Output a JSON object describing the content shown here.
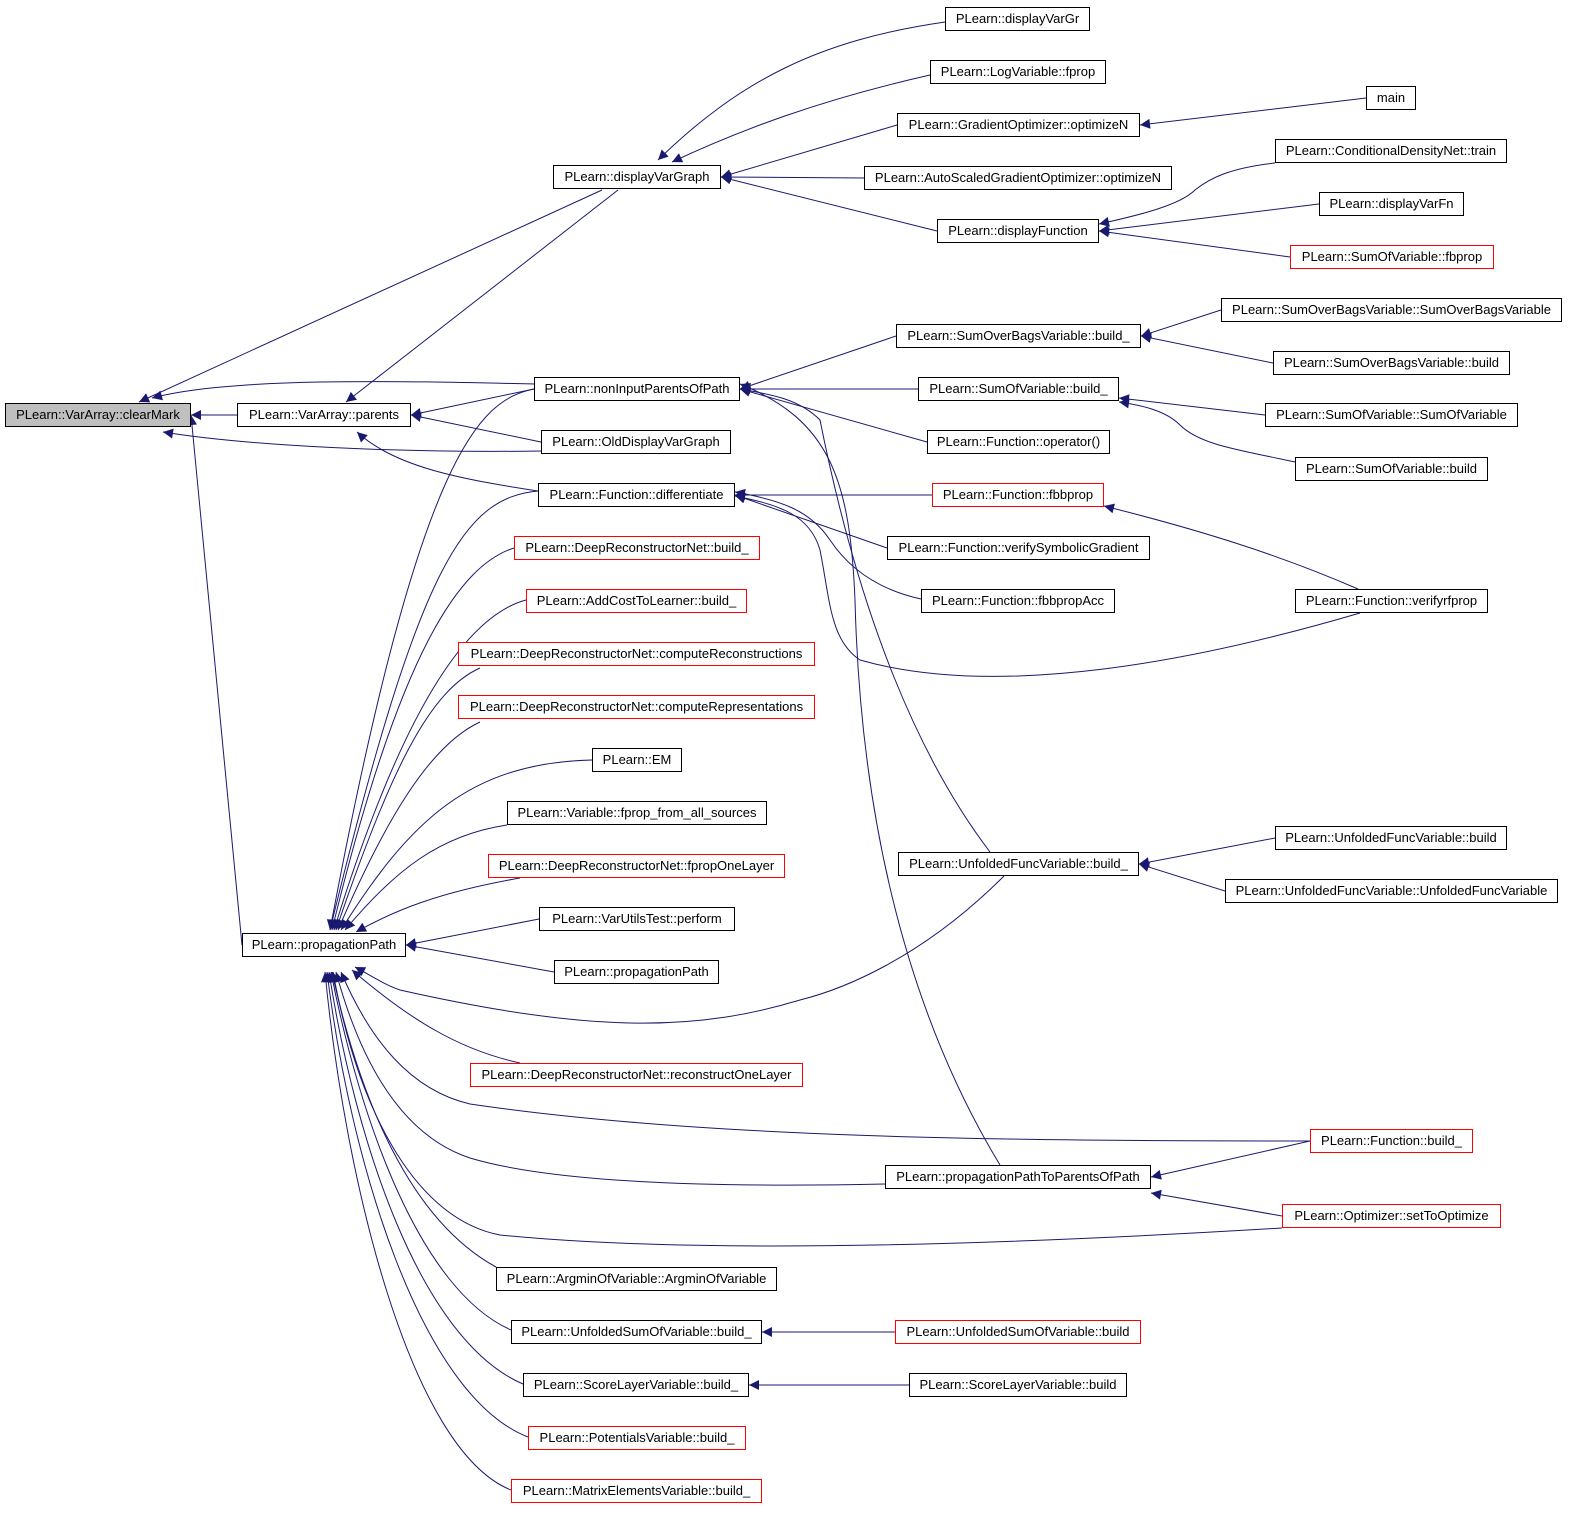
{
  "graph": {
    "edge_color": "#191970",
    "root": {
      "id": "clearMark",
      "label": "PLearn::VarArray::clearMark",
      "fill": "#bfbfbf"
    },
    "nodes": [
      {
        "id": "clearMark",
        "label": "PLearn::VarArray::clearMark",
        "border": "black"
      },
      {
        "id": "parents",
        "label": "PLearn::VarArray::parents",
        "border": "black"
      },
      {
        "id": "propagationPath",
        "label": "PLearn::propagationPath",
        "border": "black"
      },
      {
        "id": "displayVarGraph",
        "label": "PLearn::displayVarGraph",
        "border": "black"
      },
      {
        "id": "nonInputParentsOfPath",
        "label": "PLearn::nonInputParentsOfPath",
        "border": "black"
      },
      {
        "id": "OldDisplayVarGraph",
        "label": "PLearn::OldDisplayVarGraph",
        "border": "black"
      },
      {
        "id": "differentiate",
        "label": "PLearn::Function::differentiate",
        "border": "black"
      },
      {
        "id": "drn_build_",
        "label": "PLearn::DeepReconstructorNet::build_",
        "border": "red"
      },
      {
        "id": "addcost_build_",
        "label": "PLearn::AddCostToLearner::build_",
        "border": "red"
      },
      {
        "id": "computeReconstructions",
        "label": "PLearn::DeepReconstructorNet::computeReconstructions",
        "border": "red"
      },
      {
        "id": "computeRepresentations",
        "label": "PLearn::DeepReconstructorNet::computeRepresentations",
        "border": "red"
      },
      {
        "id": "EM",
        "label": "PLearn::EM",
        "border": "black"
      },
      {
        "id": "fprop_all",
        "label": "PLearn::Variable::fprop_from_all_sources",
        "border": "black"
      },
      {
        "id": "fpropOneLayer",
        "label": "PLearn::DeepReconstructorNet::fpropOneLayer",
        "border": "red"
      },
      {
        "id": "perform",
        "label": "PLearn::VarUtilsTest::perform",
        "border": "black"
      },
      {
        "id": "propagationPath2",
        "label": "PLearn::propagationPath",
        "border": "black"
      },
      {
        "id": "reconstructOneLayer",
        "label": "PLearn::DeepReconstructorNet::reconstructOneLayer",
        "border": "red"
      },
      {
        "id": "argmin",
        "label": "PLearn::ArgminOfVariable::ArgminOfVariable",
        "border": "black"
      },
      {
        "id": "unfoldedSum_build_",
        "label": "PLearn::UnfoldedSumOfVariable::build_",
        "border": "black"
      },
      {
        "id": "scoreLayer_build_",
        "label": "PLearn::ScoreLayerVariable::build_",
        "border": "black"
      },
      {
        "id": "potentials_build_",
        "label": "PLearn::PotentialsVariable::build_",
        "border": "red"
      },
      {
        "id": "matrixElements_build_",
        "label": "PLearn::MatrixElementsVariable::build_",
        "border": "red"
      },
      {
        "id": "displayVarGr",
        "label": "PLearn::displayVarGr",
        "border": "black"
      },
      {
        "id": "logvar_fprop",
        "label": "PLearn::LogVariable::fprop",
        "border": "black"
      },
      {
        "id": "gradOpt",
        "label": "PLearn::GradientOptimizer::optimizeN",
        "border": "black"
      },
      {
        "id": "autoGradOpt",
        "label": "PLearn::AutoScaledGradientOptimizer::optimizeN",
        "border": "black"
      },
      {
        "id": "displayFunction",
        "label": "PLearn::displayFunction",
        "border": "black"
      },
      {
        "id": "sumOverBags_build_",
        "label": "PLearn::SumOverBagsVariable::build_",
        "border": "black"
      },
      {
        "id": "sumOf_build_",
        "label": "PLearn::SumOfVariable::build_",
        "border": "black"
      },
      {
        "id": "func_operator",
        "label": "PLearn::Function::operator()",
        "border": "black"
      },
      {
        "id": "fbbprop",
        "label": "PLearn::Function::fbbprop",
        "border": "red"
      },
      {
        "id": "verifySymbolicGradient",
        "label": "PLearn::Function::verifySymbolicGradient",
        "border": "black"
      },
      {
        "id": "fbbpropAcc",
        "label": "PLearn::Function::fbbpropAcc",
        "border": "black"
      },
      {
        "id": "unfoldedFunc_build_",
        "label": "PLearn::UnfoldedFuncVariable::build_",
        "border": "black"
      },
      {
        "id": "propPathToParents",
        "label": "PLearn::propagationPathToParentsOfPath",
        "border": "black"
      },
      {
        "id": "unfoldedSum_build",
        "label": "PLearn::UnfoldedSumOfVariable::build",
        "border": "red"
      },
      {
        "id": "scoreLayer_build",
        "label": "PLearn::ScoreLayerVariable::build",
        "border": "black"
      },
      {
        "id": "main",
        "label": "main",
        "border": "black"
      },
      {
        "id": "condDensity_train",
        "label": "PLearn::ConditionalDensityNet::train",
        "border": "black"
      },
      {
        "id": "displayVarFn",
        "label": "PLearn::displayVarFn",
        "border": "black"
      },
      {
        "id": "sumOf_fbprop",
        "label": "PLearn::SumOfVariable::fbprop",
        "border": "red"
      },
      {
        "id": "sumOverBags_ctor",
        "label": "PLearn::SumOverBagsVariable::SumOverBagsVariable",
        "border": "black"
      },
      {
        "id": "sumOverBags_build",
        "label": "PLearn::SumOverBagsVariable::build",
        "border": "black"
      },
      {
        "id": "sumOf_ctor",
        "label": "PLearn::SumOfVariable::SumOfVariable",
        "border": "black"
      },
      {
        "id": "sumOf_build",
        "label": "PLearn::SumOfVariable::build",
        "border": "black"
      },
      {
        "id": "verifyrfprop",
        "label": "PLearn::Function::verifyrfprop",
        "border": "black"
      },
      {
        "id": "unfoldedFunc_build",
        "label": "PLearn::UnfoldedFuncVariable::build",
        "border": "black"
      },
      {
        "id": "unfoldedFunc_ctor",
        "label": "PLearn::UnfoldedFuncVariable::UnfoldedFuncVariable",
        "border": "black"
      },
      {
        "id": "func_build_",
        "label": "PLearn::Function::build_",
        "border": "red"
      },
      {
        "id": "setToOptimize",
        "label": "PLearn::Optimizer::setToOptimize",
        "border": "red"
      }
    ],
    "edges": [
      {
        "from": "parents",
        "to": "clearMark"
      },
      {
        "from": "displayVarGraph",
        "to": "clearMark"
      },
      {
        "from": "nonInputParentsOfPath",
        "to": "clearMark"
      },
      {
        "from": "OldDisplayVarGraph",
        "to": "clearMark"
      },
      {
        "from": "propagationPath",
        "to": "clearMark"
      },
      {
        "from": "nonInputParentsOfPath",
        "to": "parents"
      },
      {
        "from": "OldDisplayVarGraph",
        "to": "parents"
      },
      {
        "from": "displayVarGraph",
        "to": "parents"
      },
      {
        "from": "differentiate",
        "to": "parents"
      },
      {
        "from": "nonInputParentsOfPath",
        "to": "propagationPath"
      },
      {
        "from": "differentiate",
        "to": "propagationPath"
      },
      {
        "from": "drn_build_",
        "to": "propagationPath"
      },
      {
        "from": "addcost_build_",
        "to": "propagationPath"
      },
      {
        "from": "computeReconstructions",
        "to": "propagationPath"
      },
      {
        "from": "computeRepresentations",
        "to": "propagationPath"
      },
      {
        "from": "EM",
        "to": "propagationPath"
      },
      {
        "from": "fprop_all",
        "to": "propagationPath"
      },
      {
        "from": "fpropOneLayer",
        "to": "propagationPath"
      },
      {
        "from": "perform",
        "to": "propagationPath"
      },
      {
        "from": "propagationPath2",
        "to": "propagationPath"
      },
      {
        "from": "unfoldedFunc_build_",
        "to": "propagationPath"
      },
      {
        "from": "reconstructOneLayer",
        "to": "propagationPath"
      },
      {
        "from": "func_build_",
        "to": "propagationPath"
      },
      {
        "from": "propPathToParents",
        "to": "propagationPath"
      },
      {
        "from": "setToOptimize",
        "to": "propagationPath"
      },
      {
        "from": "argmin",
        "to": "propagationPath"
      },
      {
        "from": "unfoldedSum_build_",
        "to": "propagationPath"
      },
      {
        "from": "scoreLayer_build_",
        "to": "propagationPath"
      },
      {
        "from": "potentials_build_",
        "to": "propagationPath"
      },
      {
        "from": "matrixElements_build_",
        "to": "propagationPath"
      },
      {
        "from": "displayVarGr",
        "to": "displayVarGraph"
      },
      {
        "from": "logvar_fprop",
        "to": "displayVarGraph"
      },
      {
        "from": "gradOpt",
        "to": "displayVarGraph"
      },
      {
        "from": "autoGradOpt",
        "to": "displayVarGraph"
      },
      {
        "from": "displayFunction",
        "to": "displayVarGraph"
      },
      {
        "from": "main",
        "to": "gradOpt"
      },
      {
        "from": "condDensity_train",
        "to": "displayFunction"
      },
      {
        "from": "displayVarFn",
        "to": "displayFunction"
      },
      {
        "from": "sumOf_fbprop",
        "to": "displayFunction"
      },
      {
        "from": "sumOverBags_build_",
        "to": "nonInputParentsOfPath"
      },
      {
        "from": "sumOf_build_",
        "to": "nonInputParentsOfPath"
      },
      {
        "from": "func_operator",
        "to": "nonInputParentsOfPath"
      },
      {
        "from": "unfoldedFunc_build_",
        "to": "nonInputParentsOfPath"
      },
      {
        "from": "propPathToParents",
        "to": "nonInputParentsOfPath"
      },
      {
        "from": "sumOverBags_ctor",
        "to": "sumOverBags_build_"
      },
      {
        "from": "sumOverBags_build",
        "to": "sumOverBags_build_"
      },
      {
        "from": "sumOf_ctor",
        "to": "sumOf_build_"
      },
      {
        "from": "sumOf_build",
        "to": "sumOf_build_"
      },
      {
        "from": "fbbprop",
        "to": "differentiate"
      },
      {
        "from": "verifySymbolicGradient",
        "to": "differentiate"
      },
      {
        "from": "fbbpropAcc",
        "to": "differentiate"
      },
      {
        "from": "verifyrfprop",
        "to": "differentiate"
      },
      {
        "from": "verifyrfprop",
        "to": "fbbprop"
      },
      {
        "from": "unfoldedFunc_build",
        "to": "unfoldedFunc_build_"
      },
      {
        "from": "unfoldedFunc_ctor",
        "to": "unfoldedFunc_build_"
      },
      {
        "from": "func_build_",
        "to": "propPathToParents"
      },
      {
        "from": "setToOptimize",
        "to": "propPathToParents"
      },
      {
        "from": "unfoldedSum_build",
        "to": "unfoldedSum_build_"
      },
      {
        "from": "scoreLayer_build",
        "to": "scoreLayer_build_"
      }
    ]
  }
}
